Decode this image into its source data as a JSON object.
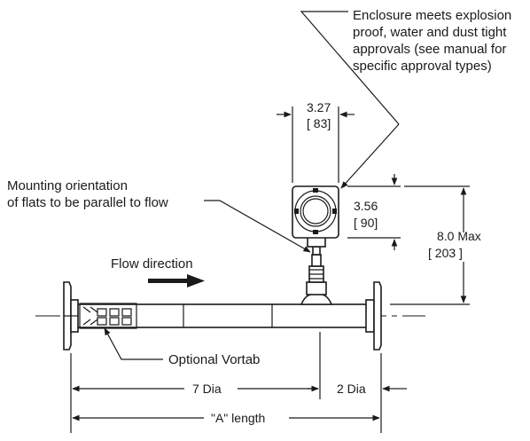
{
  "callouts": {
    "enclosure_line1": "Enclosure meets explosion",
    "enclosure_line2": "proof, water and dust tight",
    "enclosure_line3": "approvals (see manual for",
    "enclosure_line4": "specific approval types)",
    "mounting_line1": "Mounting orientation",
    "mounting_line2": "of flats to be parallel to flow",
    "flow_direction": "Flow direction",
    "vortab": "Optional Vortab"
  },
  "dimensions": {
    "width_in": "3.27",
    "width_mm": "[ 83]",
    "height_in": "3.56",
    "height_mm": "[ 90]",
    "max_in": "8.0  Max",
    "max_mm": "[ 203 ]",
    "upstream": "7 Dia",
    "downstream": "2  Dia",
    "length": "\"A\" length"
  }
}
